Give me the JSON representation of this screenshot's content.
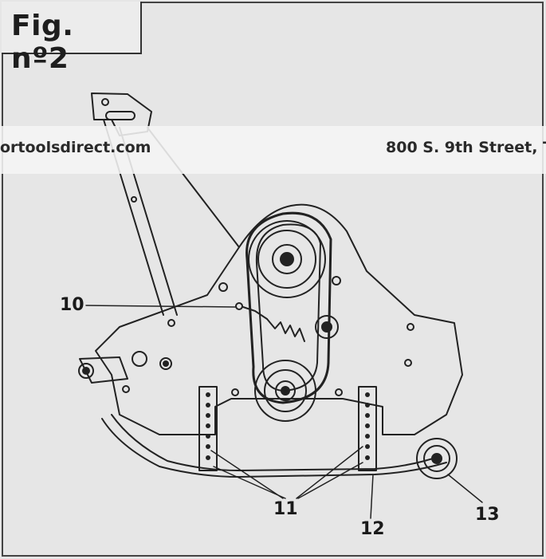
{
  "figure": {
    "title": "Fig. nº2"
  },
  "watermark": {
    "left_text": "ortoolsdirect.com",
    "right_text": "800 S. 9th Street, T"
  },
  "callouts": {
    "c10": "10",
    "c11": "11",
    "c12": "12",
    "c13": "13"
  },
  "colors": {
    "paper": "#e6e6e6",
    "ink": "#1e1e1e",
    "banner": "#f5f5f5"
  }
}
